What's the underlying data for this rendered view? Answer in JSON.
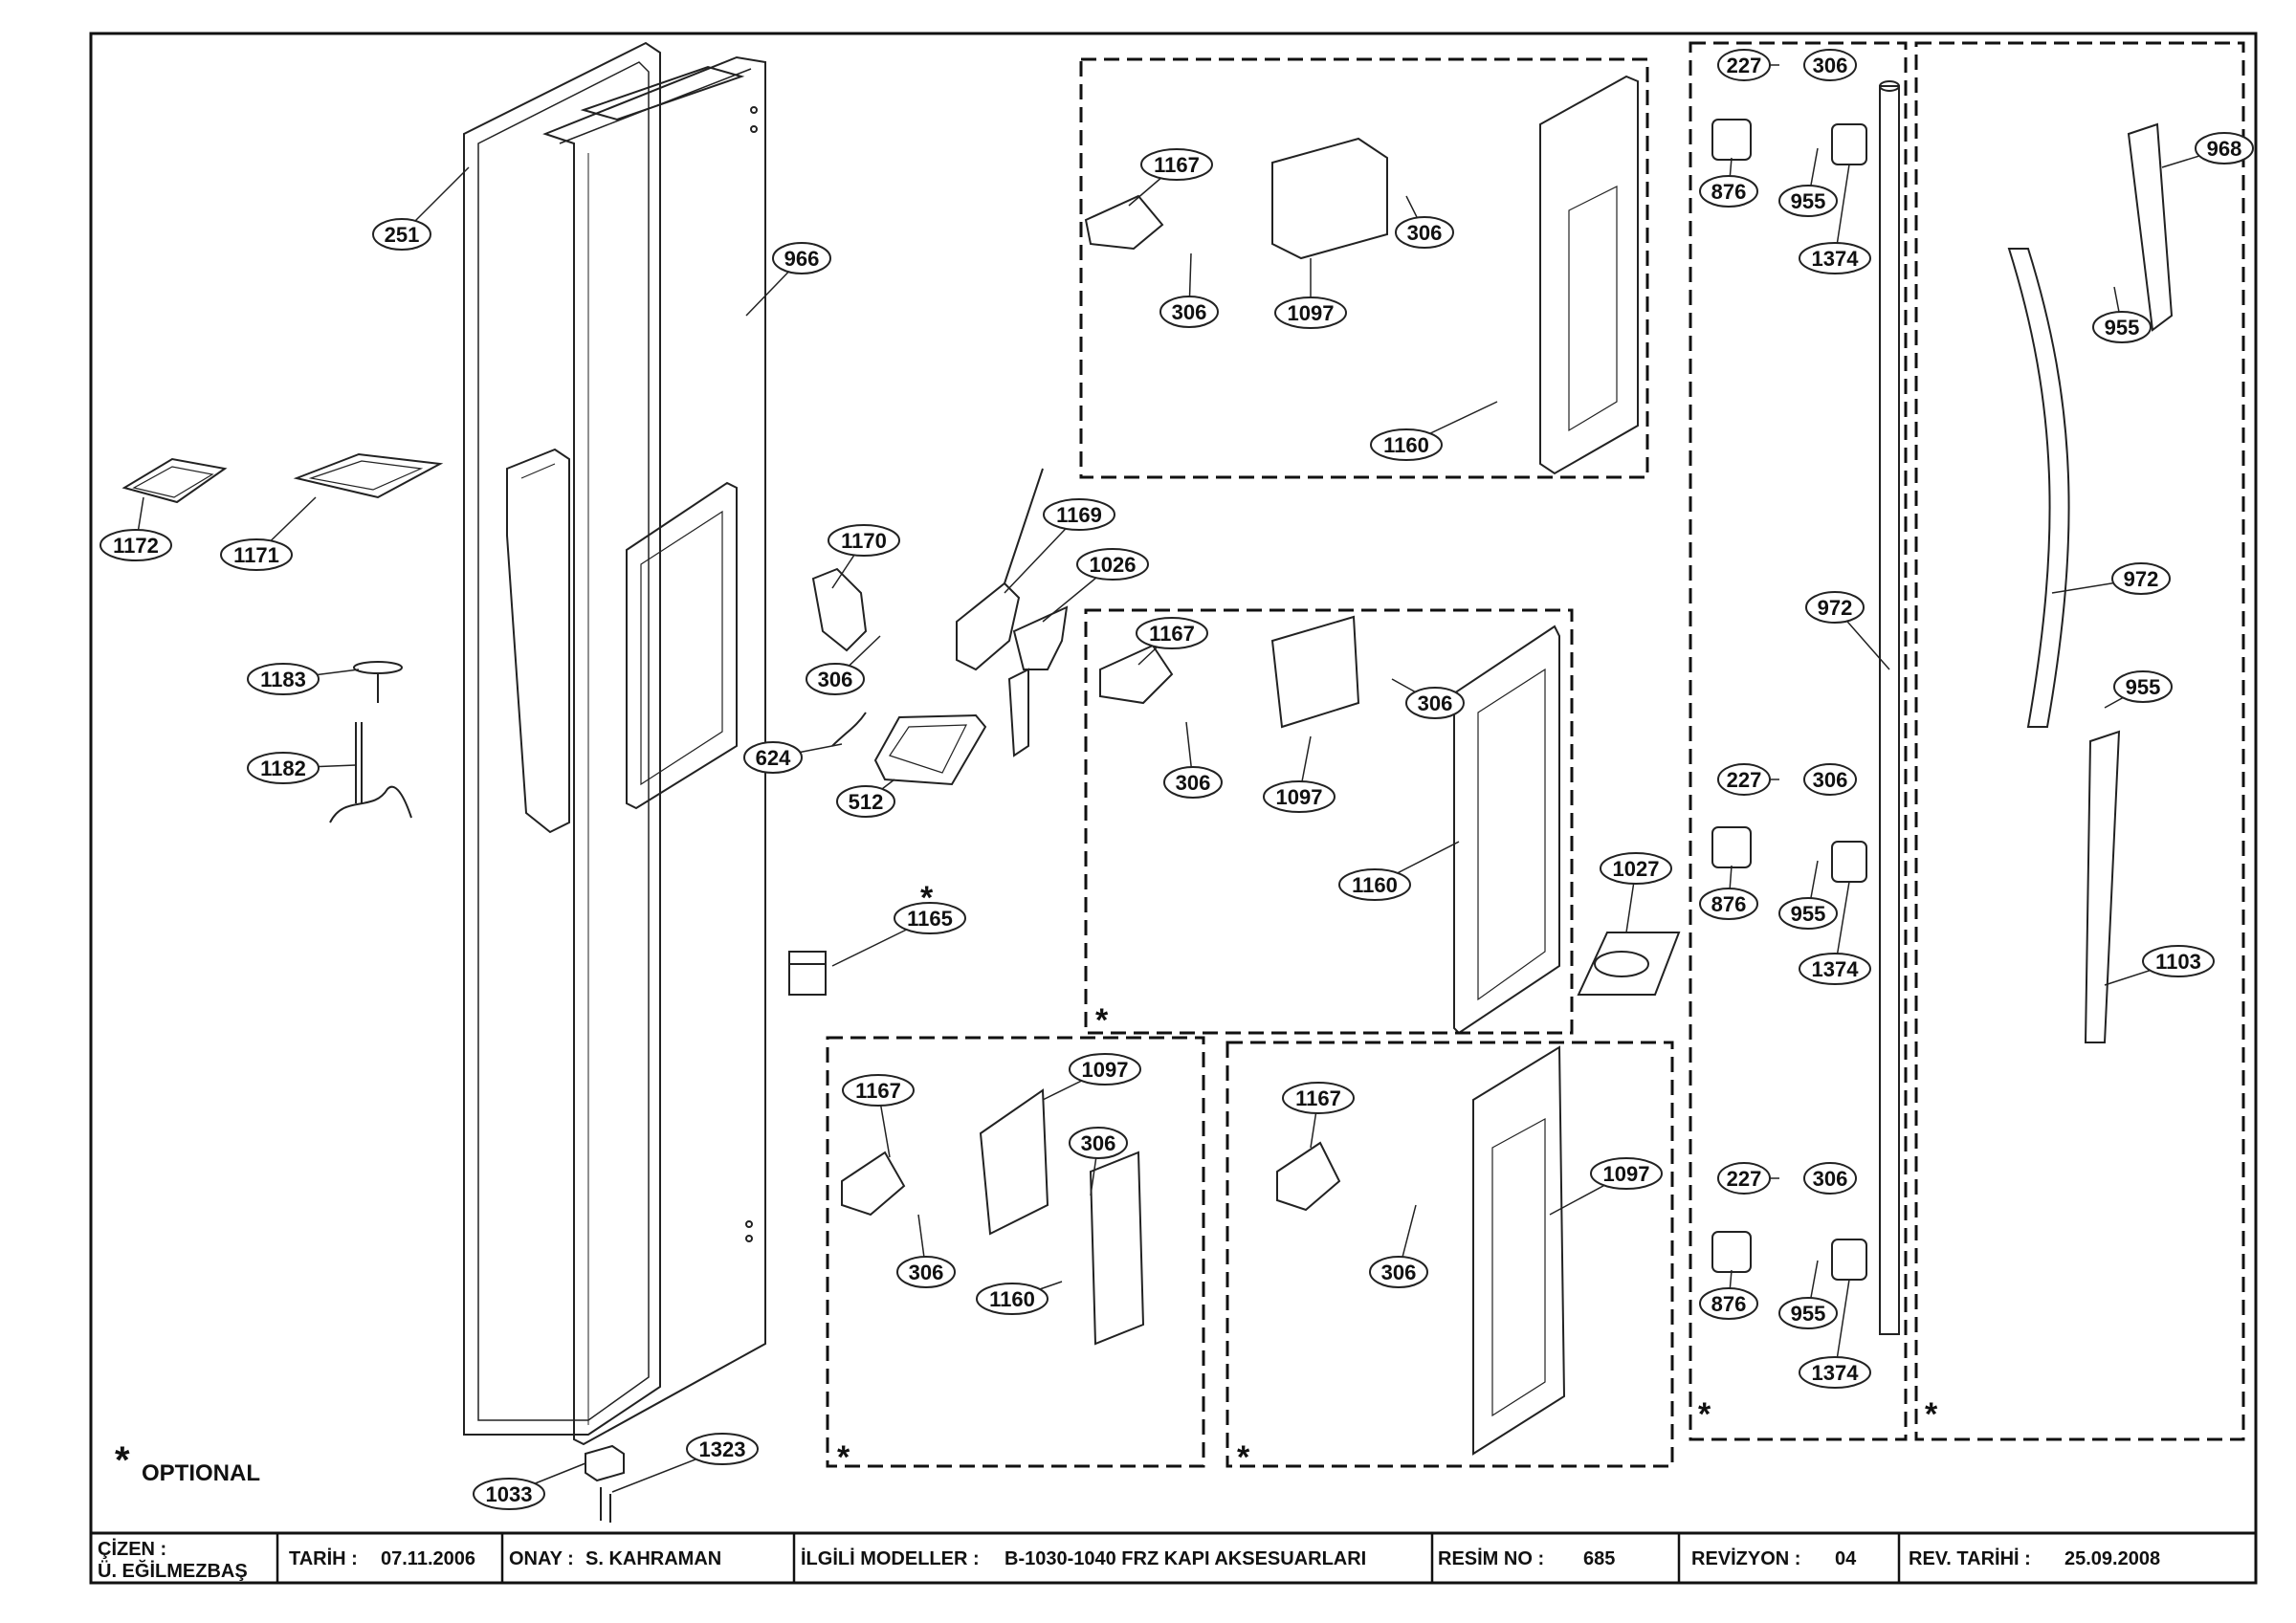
{
  "note": {
    "star": "*",
    "text": "OPTIONAL"
  },
  "title_block": {
    "drawn_by_label": "ÇİZEN :",
    "drawn_by_name": "Ü. EĞİLMEZBAŞ",
    "date_label": "TARİH :",
    "date_value": "07.11.2006",
    "approval_label": "ONAY :",
    "approval_value": "S. KAHRAMAN",
    "models_label": "İLGİLİ MODELLER :",
    "models_value": "B-1030-1040 FRZ KAPI AKSESUARLARI",
    "drawing_no_label": "RESİM NO :",
    "drawing_no_value": "685",
    "revision_label": "REVİZYON :",
    "revision_value": "04",
    "rev_date_label": "REV. TARİHİ :",
    "rev_date_value": "25.09.2008"
  },
  "optional_mark": "*",
  "callouts": [
    "251",
    "966",
    "1172",
    "1171",
    "1183",
    "1182",
    "1033",
    "1323",
    "1170",
    "1169",
    "1026",
    "306",
    "624",
    "512",
    "1165",
    "1167",
    "1097",
    "306",
    "306",
    "1160",
    "1167",
    "306",
    "306",
    "1097",
    "1160",
    "1027",
    "1167",
    "1097",
    "306",
    "306",
    "1160",
    "1167",
    "1097",
    "306",
    "227",
    "306",
    "876",
    "955",
    "1374",
    "227",
    "306",
    "876",
    "955",
    "1374",
    "227",
    "306",
    "876",
    "955",
    "1374",
    "972",
    "968",
    "955",
    "972",
    "955",
    "1103"
  ]
}
